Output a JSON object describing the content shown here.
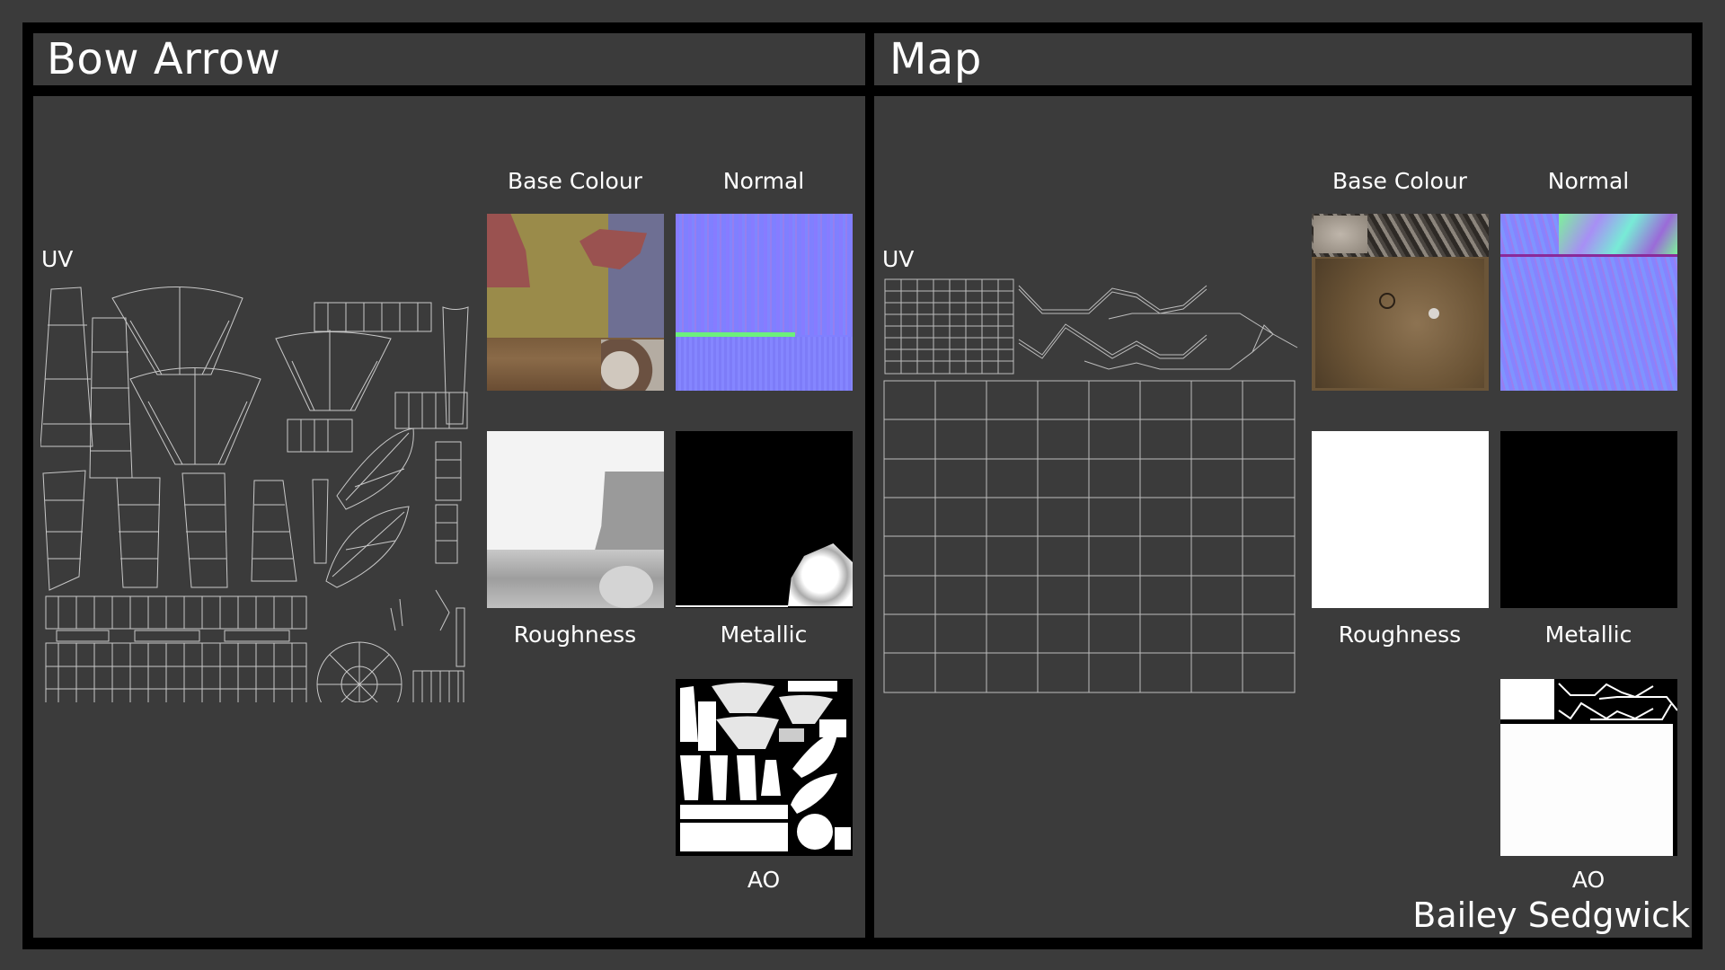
{
  "sections": [
    {
      "title": "Bow Arrow",
      "uv_label": "UV",
      "maps": {
        "base_colour": "Base Colour",
        "normal": "Normal",
        "roughness": "Roughness",
        "metallic": "Metallic",
        "ao": "AO"
      }
    },
    {
      "title": "Map",
      "uv_label": "UV",
      "maps": {
        "base_colour": "Base Colour",
        "normal": "Normal",
        "roughness": "Roughness",
        "metallic": "Metallic",
        "ao": "AO"
      }
    }
  ],
  "credit": "Bailey Sedgwick",
  "colors": {
    "background": "#3b3b3b",
    "frame": "#000000",
    "text": "#ffffff",
    "uv_wire": "#c8c8c8",
    "normal_base": "#8080ff"
  }
}
